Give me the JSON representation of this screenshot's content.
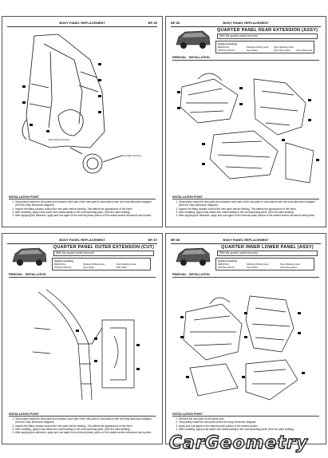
{
  "pages": [
    {
      "header_left": "",
      "header_title": "BODY PANEL REPLACEMENT",
      "header_right": "BP-55",
      "caption": "Rear Wheel Housing",
      "caption2": "Fuel Filler Opening",
      "ip_title": "INSTALLATION POINT",
      "ip_items": [
        "Temporarily install the new parts and measure each part of the new parts in accordance with the body dimension diagram. (See the body dimension diagram)",
        "Inspect the fitting location around the new parts before welding. This affects the appearance of the finish.",
        "After installing, apply body sealer and undercoating to the corresponding parts. (See the paint sealing)",
        "After applying the adhesive, apply anti-rust agent to the internal panel portion of the sealed section structural used points."
      ]
    },
    {
      "header_left": "BP-56",
      "header_title": "BODY PANEL REPLACEMENT",
      "header_right": "",
      "title": "QUARTER PANEL REAR EXTENSION (ASSY)",
      "subtitle": "With the quarter panel removed.",
      "sym_title": "Symbol meaning",
      "sym_removal": "REMOVAL",
      "sym_installation": "INSTALLATION",
      "sym_a": "Multiple Drilling Hole",
      "sym_b": "Spot Weld",
      "sym_c": "Spot Welding Hole",
      "sym_d": "Hole Plug Weld",
      "sym_e": "Spot Weld Hole",
      "section": "REMOVAL · INSTALLATION",
      "ip_title": "INSTALLATION POINT",
      "ip_items": [
        "Temporarily install the new parts and measure each part of the new parts in accordance with the body dimension diagram. (See the body dimension diagram)",
        "Inspect the fitting location around the new parts before welding. This affects the appearance of the finish.",
        "After installing, apply body sealer and undercoating to the corresponding parts. (See the paint sealing)",
        "After applying the adhesive, apply anti-rust agent to the internal panel portion of the sealed section structural used points."
      ]
    },
    {
      "header_left": "",
      "header_title": "BODY PANEL REPLACEMENT",
      "header_right": "BP-57",
      "title": "QUARTER PANEL OUTER EXTENSION (CUT)",
      "subtitle": "With the quarter panel removed.",
      "sym_title": "Symbol meaning",
      "sym_removal": "REMOVAL",
      "sym_installation": "INSTALLATION",
      "sym_a": "Multiple Drilling Hole",
      "sym_b": "Spot Weld",
      "sym_c": "Spot Welding Hole",
      "sym_d": "Butt Weld",
      "section": "REMOVAL · INSTALLATION",
      "ip_title": "INSTALLATION POINT",
      "ip_items": [
        "Temporarily install the new parts and measure each part of the new parts in accordance with the body dimension diagram. (See the body dimension diagram)",
        "Inspect the fitting location around the new parts before welding. This affects the appearance of the finish.",
        "After installing, apply body sealer and undercoating to the corresponding parts. (See the paint sealing)",
        "After applying the adhesive, apply anti-rust agent to the internal panel portion of the sealed section structural used points."
      ]
    },
    {
      "header_left": "BP-58",
      "header_title": "BODY PANEL REPLACEMENT",
      "header_right": "",
      "title": "QUARTER INNER LOWER PANEL (ASSY)",
      "subtitle": "With the quarter panel removed.",
      "sym_title": "Symbol meaning",
      "sym_removal": "REMOVAL",
      "sym_installation": "INSTALLATION",
      "sym_a": "Multiple Drilling Hole",
      "sym_b": "Spot Weld",
      "sym_c": "Spot Welding Hole",
      "sym_d": "Hole Plug Weld",
      "section": "REMOVAL · INSTALLATION",
      "ip_title": "INSTALLATION POINT",
      "ip_items": [
        "Remove the new parts at the same time.",
        "Temporarily install the new parts before the body dimension diagram.",
        "Apply anti-rust agent to the internal panel portion of the sealed section.",
        "After installing, apply body sealer and undercoating to the corresponding parts. (See the paint sealing)"
      ]
    }
  ],
  "logo": "CarGeometry"
}
